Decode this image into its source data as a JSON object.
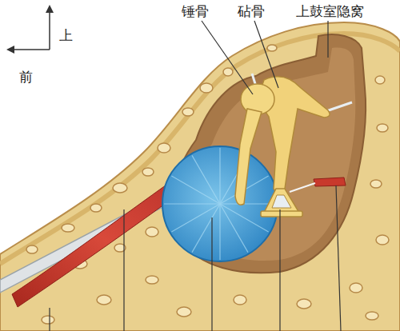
{
  "diagram": {
    "labels": [
      "上",
      "前",
      "锤骨",
      "砧骨",
      "上鼓室隐窝"
    ]
  }
}
